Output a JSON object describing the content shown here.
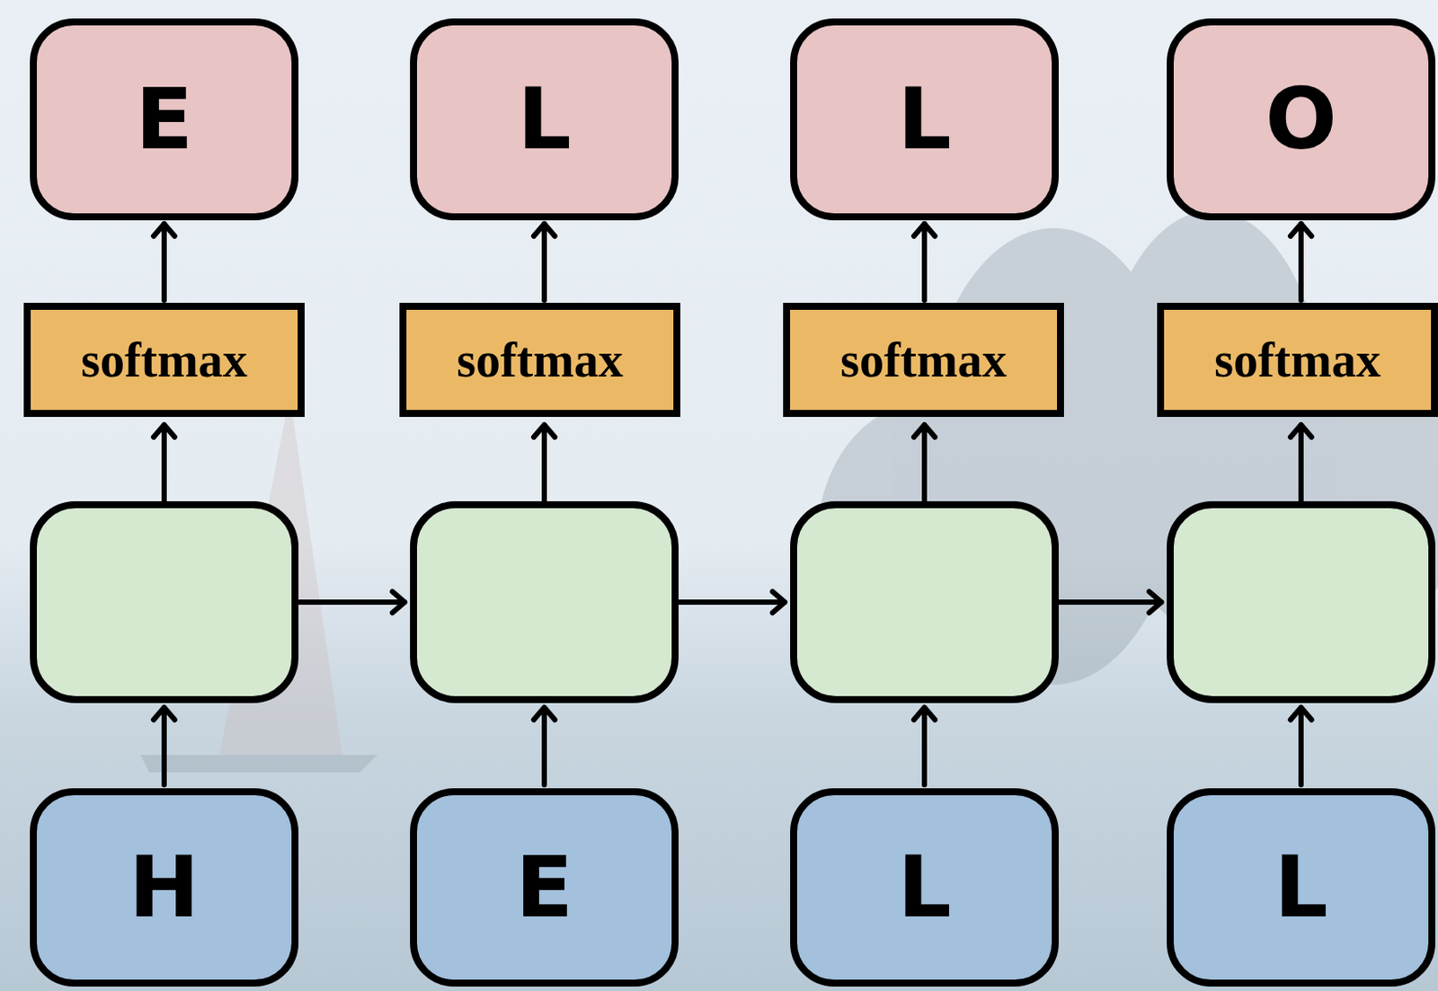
{
  "diagram": {
    "nodes": [
      {
        "text": [
          "E"
        ]
      },
      {
        "text": [
          "L"
        ]
      },
      {
        "text": [
          "L"
        ]
      },
      {
        "text": [
          "O"
        ]
      },
      {
        "text": [
          "softmax"
        ]
      },
      {
        "text": [
          "softmax"
        ]
      },
      {
        "text": [
          "softmax"
        ]
      },
      {
        "text": [
          "softmax"
        ]
      },
      {
        "text": [
          "H"
        ]
      },
      {
        "text": [
          "E"
        ]
      },
      {
        "text": [
          "L"
        ]
      },
      {
        "text": [
          "L"
        ]
      }
    ],
    "edges": [
      {
        "from": 4,
        "to": 0,
        "arrow": "to"
      },
      {
        "from": 5,
        "to": 1,
        "arrow": "to"
      },
      {
        "from": 6,
        "to": 2,
        "arrow": "to"
      },
      {
        "from": 7,
        "to": 3,
        "arrow": "to"
      }
    ]
  }
}
